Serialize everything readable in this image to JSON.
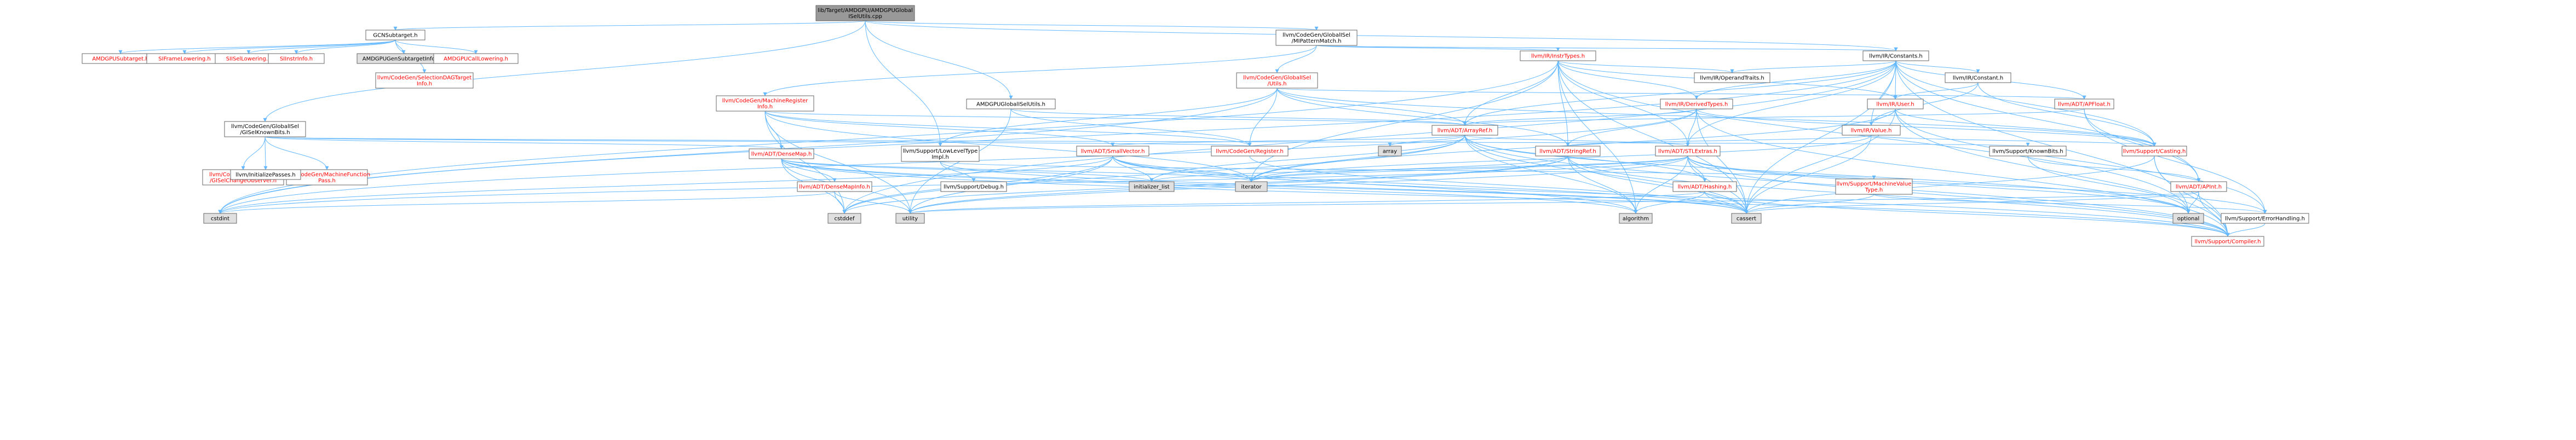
{
  "graph": {
    "title": "include dependency graph for AMDGPUGlobalISelUtils.cpp",
    "colors": {
      "root_fill": "#999999",
      "node_fill": "#ffffff",
      "gray_fill": "#e0e0e0",
      "red_label": "#ff0000",
      "black_label": "#000000",
      "edge": "#63b8ff",
      "border": "#666666"
    },
    "nodes": [
      {
        "id": "root",
        "lines": [
          "lib/Target/AMDGPU/AMDGPUGlobal",
          "ISelUtils.cpp"
        ],
        "style": "root"
      },
      {
        "id": "gcn",
        "lines": [
          "GCNSubtarget.h"
        ],
        "style": "black"
      },
      {
        "id": "pm",
        "lines": [
          "llvm/CodeGen/GlobalISel",
          "/MIPatternMatch.h"
        ],
        "style": "black"
      },
      {
        "id": "const",
        "lines": [
          "llvm/IR/Constants.h"
        ],
        "style": "black"
      },
      {
        "id": "amdst",
        "lines": [
          "AMDGPUSubtarget.h"
        ],
        "style": "red"
      },
      {
        "id": "sifl",
        "lines": [
          "SIFrameLowering.h"
        ],
        "style": "red"
      },
      {
        "id": "isell",
        "lines": [
          "SIISelLowering.h"
        ],
        "style": "red"
      },
      {
        "id": "siii",
        "lines": [
          "SIInstrInfo.h"
        ],
        "style": "red"
      },
      {
        "id": "gensub",
        "lines": [
          "AMDGPUGenSubtargetInfo.inc"
        ],
        "style": "gray"
      },
      {
        "id": "calll",
        "lines": [
          "AMDGPUCallLowering.h"
        ],
        "style": "red"
      },
      {
        "id": "instrtypes",
        "lines": [
          "llvm/IR/InstrTypes.h"
        ],
        "style": "red"
      },
      {
        "id": "seltgt",
        "lines": [
          "llvm/CodeGen/SelectionDAGTarget",
          "Info.h"
        ],
        "style": "red"
      },
      {
        "id": "utils",
        "lines": [
          "llvm/CodeGen/GlobalISel",
          "/Utils.h"
        ],
        "style": "red"
      },
      {
        "id": "operandtraits",
        "lines": [
          "llvm/IR/OperandTraits.h"
        ],
        "style": "black"
      },
      {
        "id": "irconst",
        "lines": [
          "llvm/IR/Constant.h"
        ],
        "style": "black"
      },
      {
        "id": "mri",
        "lines": [
          "llvm/CodeGen/MachineRegister",
          "Info.h"
        ],
        "style": "red"
      },
      {
        "id": "gisu",
        "lines": [
          "AMDGPUGlobalISelUtils.h"
        ],
        "style": "black"
      },
      {
        "id": "derived",
        "lines": [
          "llvm/IR/DerivedTypes.h"
        ],
        "style": "red"
      },
      {
        "id": "user",
        "lines": [
          "llvm/IR/User.h"
        ],
        "style": "red"
      },
      {
        "id": "apfloat",
        "lines": [
          "llvm/ADT/APFloat.h"
        ],
        "style": "red"
      },
      {
        "id": "arrayref",
        "lines": [
          "llvm/ADT/ArrayRef.h"
        ],
        "style": "red"
      },
      {
        "id": "value",
        "lines": [
          "llvm/IR/Value.h"
        ],
        "style": "red"
      },
      {
        "id": "gkb",
        "lines": [
          "llvm/CodeGen/GlobalISel",
          "/GISelKnownBits.h"
        ],
        "style": "black"
      },
      {
        "id": "densemap",
        "lines": [
          "llvm/ADT/DenseMap.h"
        ],
        "style": "red"
      },
      {
        "id": "llt",
        "lines": [
          "llvm/Support/LowLevelType",
          "Impl.h"
        ],
        "style": "black"
      },
      {
        "id": "smallvec",
        "lines": [
          "llvm/ADT/SmallVector.h"
        ],
        "style": "red"
      },
      {
        "id": "register",
        "lines": [
          "llvm/CodeGen/Register.h"
        ],
        "style": "red"
      },
      {
        "id": "array",
        "lines": [
          "array"
        ],
        "style": "gray"
      },
      {
        "id": "stringref",
        "lines": [
          "llvm/ADT/StringRef.h"
        ],
        "style": "red"
      },
      {
        "id": "stlextras",
        "lines": [
          "llvm/ADT/STLExtras.h"
        ],
        "style": "red"
      },
      {
        "id": "knownbits",
        "lines": [
          "llvm/Support/KnownBits.h"
        ],
        "style": "black"
      },
      {
        "id": "casting",
        "lines": [
          "llvm/Support/Casting.h"
        ],
        "style": "red"
      },
      {
        "id": "gcobs",
        "lines": [
          "llvm/CodeGen/GlobalISel",
          "/GISelChangeObserver.h"
        ],
        "style": "red"
      },
      {
        "id": "mfp",
        "lines": [
          "llvm/CodeGen/MachineFunction",
          "Pass.h"
        ],
        "style": "red"
      },
      {
        "id": "initpass",
        "lines": [
          "llvm/InitializePasses.h"
        ],
        "style": "black"
      },
      {
        "id": "dmi",
        "lines": [
          "llvm/ADT/DenseMapInfo.h"
        ],
        "style": "red"
      },
      {
        "id": "debug",
        "lines": [
          "llvm/Support/Debug.h"
        ],
        "style": "black"
      },
      {
        "id": "initlist",
        "lines": [
          "initializer_list"
        ],
        "style": "gray"
      },
      {
        "id": "iterator",
        "lines": [
          "iterator"
        ],
        "style": "gray"
      },
      {
        "id": "hashing",
        "lines": [
          "llvm/ADT/Hashing.h"
        ],
        "style": "red"
      },
      {
        "id": "mvt",
        "lines": [
          "llvm/Support/MachineValue",
          "Type.h"
        ],
        "style": "red"
      },
      {
        "id": "apint",
        "lines": [
          "llvm/ADT/APInt.h"
        ],
        "style": "red"
      },
      {
        "id": "cstdint",
        "lines": [
          "cstdint"
        ],
        "style": "gray"
      },
      {
        "id": "cstddef",
        "lines": [
          "cstddef"
        ],
        "style": "gray"
      },
      {
        "id": "utility",
        "lines": [
          "utility"
        ],
        "style": "gray"
      },
      {
        "id": "algorithm",
        "lines": [
          "algorithm"
        ],
        "style": "gray"
      },
      {
        "id": "cassert",
        "lines": [
          "cassert"
        ],
        "style": "gray"
      },
      {
        "id": "optional",
        "lines": [
          "optional"
        ],
        "style": "gray"
      },
      {
        "id": "errh",
        "lines": [
          "llvm/Support/ErrorHandling.h"
        ],
        "style": "black"
      },
      {
        "id": "compiler",
        "lines": [
          "llvm/Support/Compiler.h"
        ],
        "style": "red"
      }
    ]
  }
}
